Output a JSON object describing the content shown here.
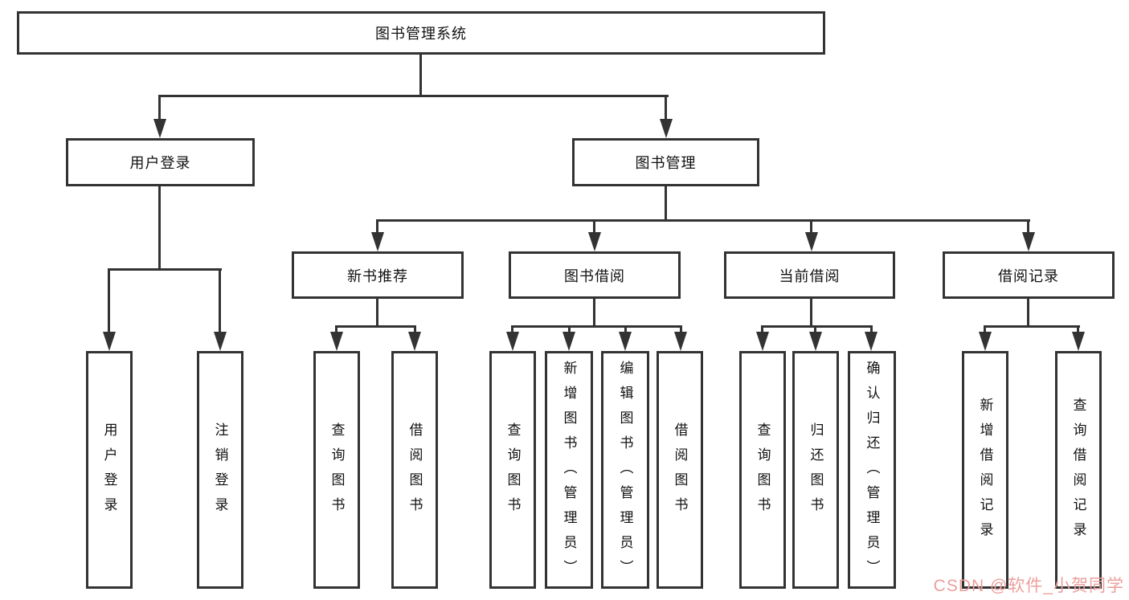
{
  "diagram": {
    "type": "hierarchy-tree",
    "root": {
      "label": "图书管理系统"
    },
    "level2": {
      "user_login": {
        "label": "用户登录"
      },
      "book_management": {
        "label": "图书管理"
      }
    },
    "level3": {
      "new_book_recommend": {
        "label": "新书推荐"
      },
      "book_borrowing": {
        "label": "图书借阅"
      },
      "current_borrowing": {
        "label": "当前借阅"
      },
      "borrowing_records": {
        "label": "借阅记录"
      }
    },
    "leaves": {
      "user_login_login": "用户登录",
      "user_login_logout": "注销登录",
      "recommend_query_book": "查询图书",
      "recommend_borrow_book": "借阅图书",
      "borrowing_query_book": "查询图书",
      "borrowing_add_book": "新增图书（管理员）",
      "borrowing_edit_book": "编辑图书（管理员）",
      "borrowing_borrow_book": "借阅图书",
      "current_query_book": "查询图书",
      "current_return_book": "归还图书",
      "current_confirm_return": "确认归还（管理员）",
      "records_add_record": "新增借阅记录",
      "records_query_record": "查询借阅记录"
    }
  },
  "watermark": {
    "text": "CSDN @软件_小贺同学",
    "color": "#eb9f9c"
  },
  "colors": {
    "line": "#333333",
    "box_border": "#333333",
    "box_fill": "#ffffff",
    "text": "#111111",
    "background": "#ffffff"
  }
}
